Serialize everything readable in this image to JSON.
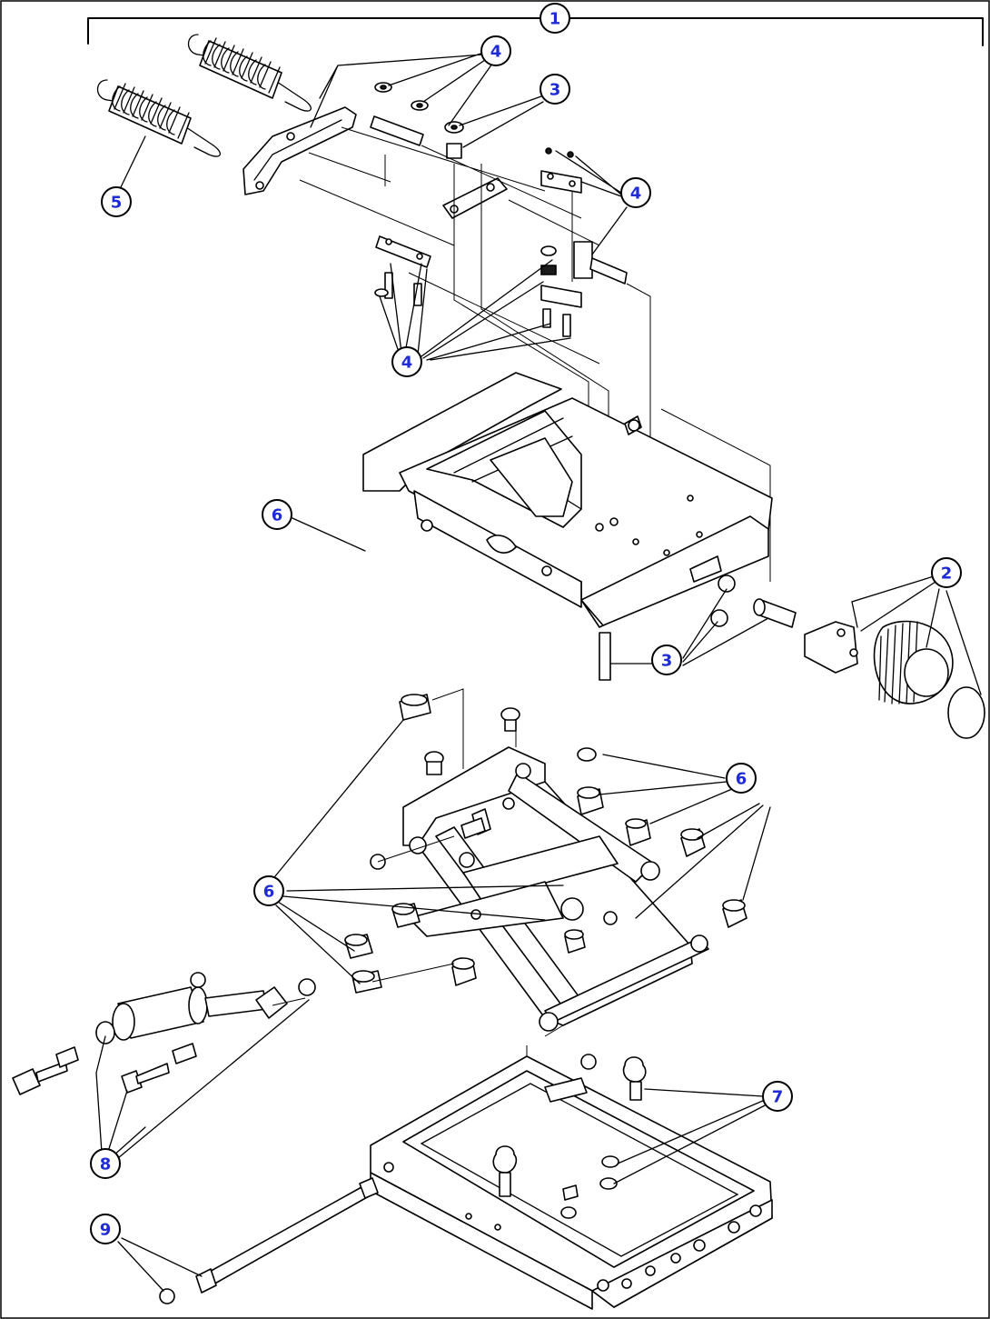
{
  "figure": {
    "callouts": [
      {
        "id": "c1",
        "label": "1"
      },
      {
        "id": "c2",
        "label": "2"
      },
      {
        "id": "c3a",
        "label": "3"
      },
      {
        "id": "c3b",
        "label": "3"
      },
      {
        "id": "c4a",
        "label": "4"
      },
      {
        "id": "c4b",
        "label": "4"
      },
      {
        "id": "c4c",
        "label": "4"
      },
      {
        "id": "c5",
        "label": "5"
      },
      {
        "id": "c6a",
        "label": "6"
      },
      {
        "id": "c6b",
        "label": "6"
      },
      {
        "id": "c6c",
        "label": "6"
      },
      {
        "id": "c7",
        "label": "7"
      },
      {
        "id": "c8",
        "label": "8"
      },
      {
        "id": "c9",
        "label": "9"
      }
    ],
    "colors": {
      "callout_text": "#1f2bd6",
      "line": "#000000",
      "background": "#ffffff"
    }
  }
}
